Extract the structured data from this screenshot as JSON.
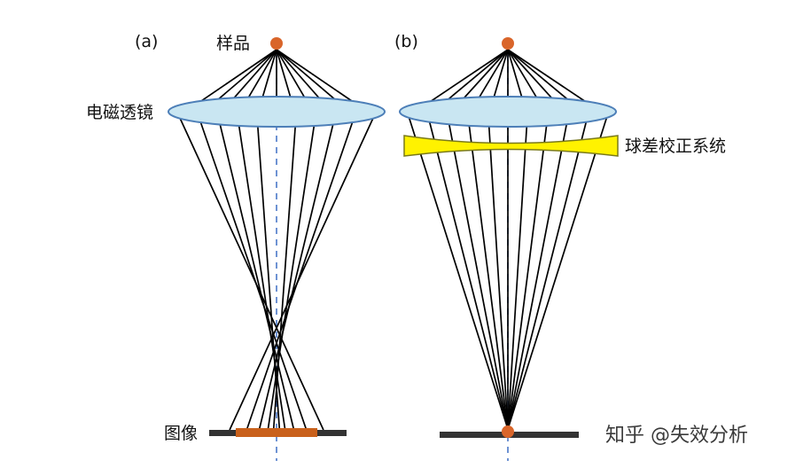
{
  "panels": {
    "a": {
      "tag": "(a)",
      "sample_label": "样品",
      "lens_label": "电磁透镜",
      "image_label": "图像"
    },
    "b": {
      "tag": "(b)",
      "corrector_label": "球差校正系统"
    }
  },
  "watermark": "知乎 @失效分析",
  "colors": {
    "sample": "#d9652a",
    "lens_fill": "#c9e6f2",
    "lens_stroke": "#4d7fb8",
    "corrector_fill": "#fff200",
    "corrector_stroke": "#7a7a1a",
    "axis": "#4a78c8",
    "detector": "#333333",
    "image_blur": "#c9611c",
    "ray": "#000000"
  }
}
